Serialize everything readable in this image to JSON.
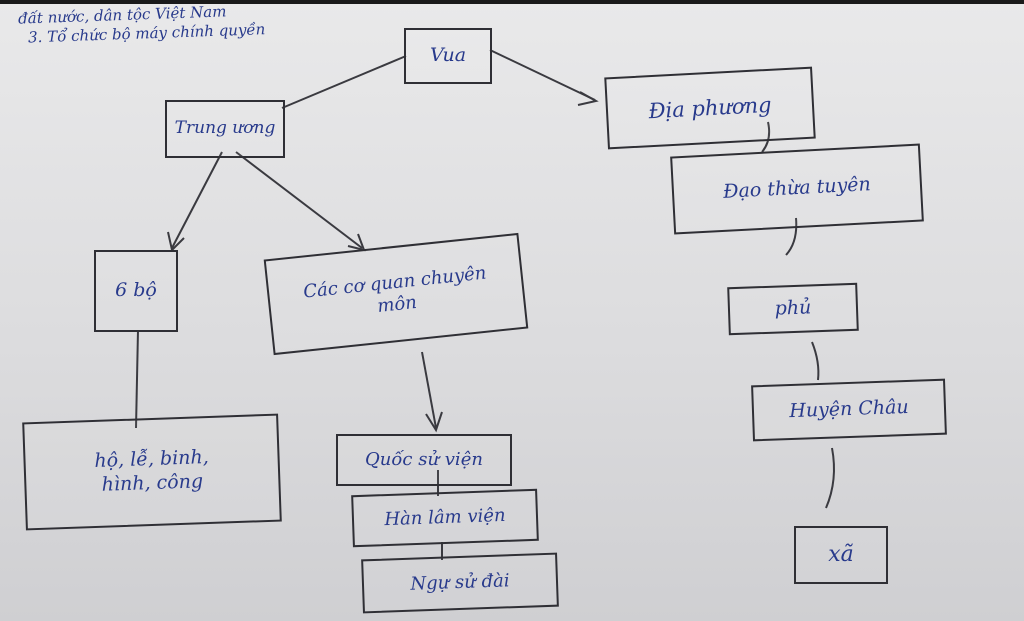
{
  "header_note": {
    "line1": "đất nước, dân tộc Việt Nam",
    "line2": "3. Tổ chức bộ máy chính quyền"
  },
  "nodes": {
    "vua": "Vua",
    "trung_uong": "Trung ương",
    "dia_phuong": "Địa phương",
    "dao_thua_tuyen": "Đạo thừa tuyên",
    "phu": "phủ",
    "huyen_chau": "Huyện Châu",
    "xa": "xã",
    "sau_bo": "6 bộ",
    "co_quan_chuyen_mon": "Các cơ quan chuyên môn",
    "ten_bo": "hộ, lễ, binh, hình, công",
    "quoc_su_vien": "Quốc sử viện",
    "han_lam_vien": "Hàn lâm viện",
    "ngu_su_dai": "Ngự sử đài"
  },
  "colors": {
    "ink": "#283a8c",
    "box": "#2f2f35",
    "paper": "#e2e2e4"
  }
}
